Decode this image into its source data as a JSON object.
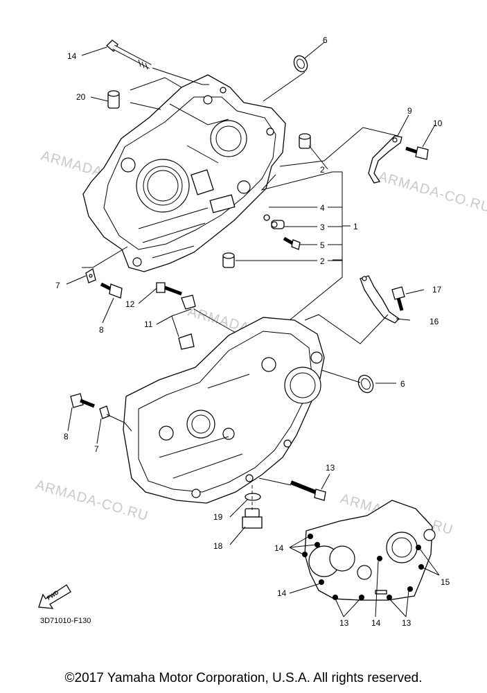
{
  "watermark": "ARMADA-CO.RU",
  "diagram_code": "3D71010-F130",
  "fwd_label": "FWD",
  "copyright": "©2017 Yamaha Motor Corporation, U.S.A. All rights reserved.",
  "callouts": {
    "c1": "1",
    "c2a": "2",
    "c2b": "2",
    "c3": "3",
    "c4": "4",
    "c5": "5",
    "c6a": "6",
    "c6b": "6",
    "c7a": "7",
    "c7b": "7",
    "c8a": "8",
    "c8b": "8",
    "c9": "9",
    "c10": "10",
    "c11": "11",
    "c12": "12",
    "c13a": "13",
    "c13b": "13",
    "c13c": "13",
    "c14a": "14",
    "c14b": "14",
    "c14c": "14",
    "c14d": "14",
    "c15": "15",
    "c16": "16",
    "c17": "17",
    "c18": "18",
    "c19": "19",
    "c20": "20"
  }
}
